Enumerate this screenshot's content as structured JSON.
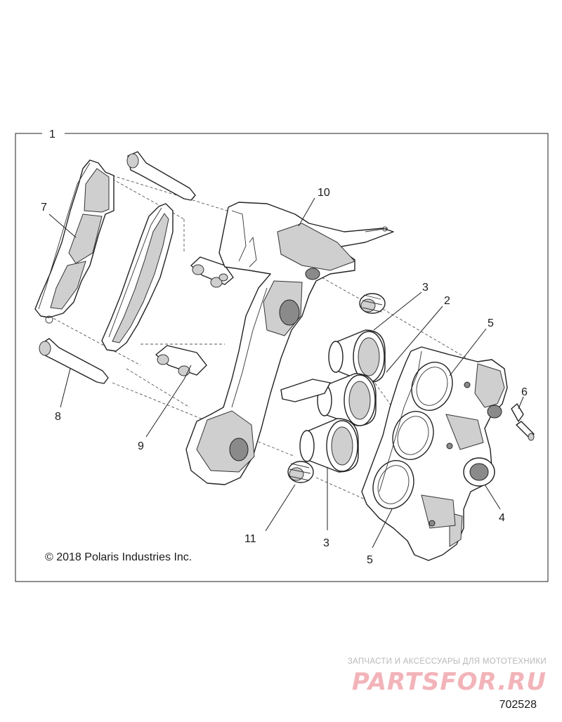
{
  "callouts": {
    "c1": "1",
    "c2": "2",
    "c3a": "3",
    "c3b": "3",
    "c4": "4",
    "c5a": "5",
    "c5b": "5",
    "c6": "6",
    "c7": "7",
    "c8": "8",
    "c9": "9",
    "c10": "10",
    "c11": "11"
  },
  "copyright": "© 2018 Polaris Industries Inc.",
  "watermark": {
    "tagline": "ЗАПЧАСТИ И АКСЕССУАРЫ ДЛЯ МОТОТЕХНИКИ",
    "logo": "PARTSFOR.RU"
  },
  "figure_number": "702528"
}
